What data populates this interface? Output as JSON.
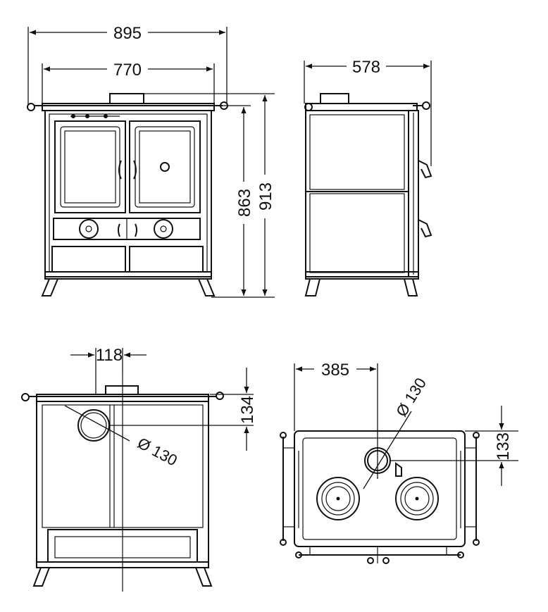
{
  "dimensions": {
    "front_overall_width": "895",
    "front_body_width": "770",
    "front_body_height": "863",
    "front_overall_height": "913",
    "side_depth": "578",
    "back_flue_offset_x": "118",
    "back_flue_offset_y": "134",
    "back_flue_diameter": "Ø 130",
    "top_flue_offset_x": "385",
    "top_flue_offset_y": "133",
    "top_flue_diameter": "Ø 130"
  },
  "colors": {
    "line": "#111111",
    "background": "#ffffff"
  }
}
